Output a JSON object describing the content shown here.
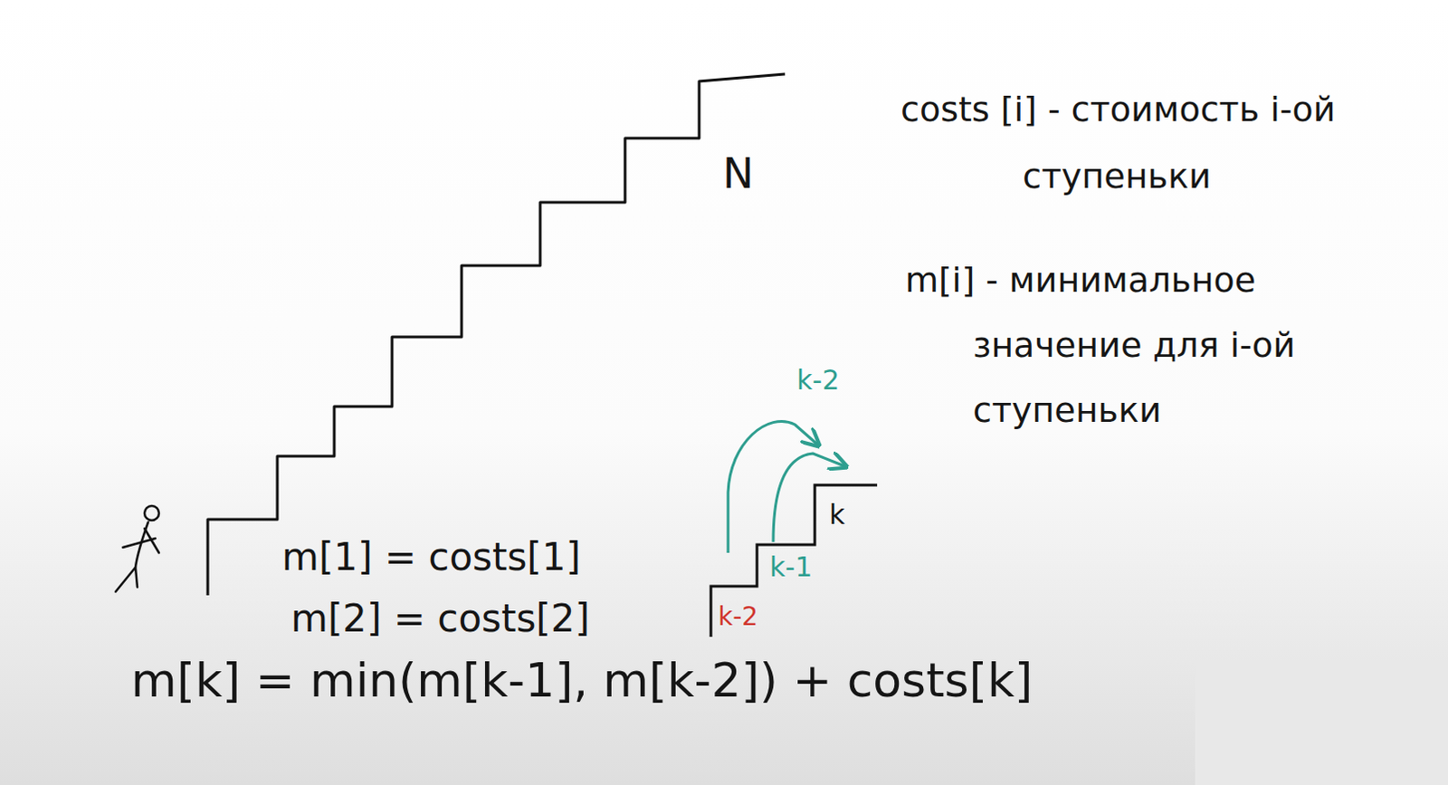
{
  "diagram": {
    "labels": [
      "costs [i] - стоимость i-ой ступеньки",
      "N",
      "m[i] - минимальное значение для i-ой ступеньки",
      "k-2",
      "k",
      "m[1] = costs[1]",
      "k-1",
      "m[2] = costs[2]",
      "k-2",
      "m[k] = min(m[k-1], m[k-2]) + costs[k]"
    ]
  }
}
